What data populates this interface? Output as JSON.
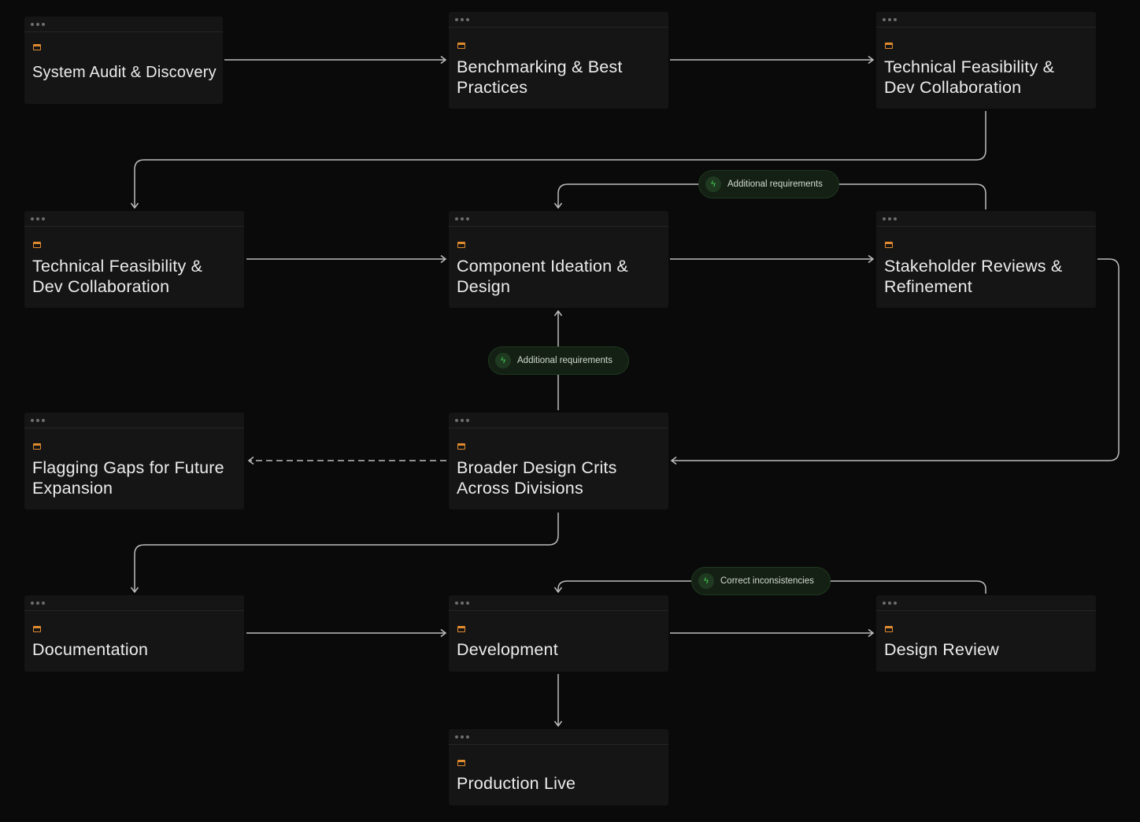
{
  "nodes": [
    {
      "id": "n1",
      "title": "System Audit & Discovery"
    },
    {
      "id": "n2",
      "title": "Benchmarking & Best Practices"
    },
    {
      "id": "n3",
      "title": "Technical Feasibility & Dev Collaboration"
    },
    {
      "id": "n4",
      "title": "Technical Feasibility & Dev Collaboration"
    },
    {
      "id": "n5",
      "title": "Component Ideation & Design"
    },
    {
      "id": "n6",
      "title": "Stakeholder Reviews & Refinement"
    },
    {
      "id": "n7",
      "title": "Flagging Gaps for Future Expansion"
    },
    {
      "id": "n8",
      "title": "Broader Design Crits Across Divisions"
    },
    {
      "id": "n9",
      "title": "Documentation"
    },
    {
      "id": "n10",
      "title": "Development"
    },
    {
      "id": "n11",
      "title": "Design Review"
    },
    {
      "id": "n12",
      "title": "Production Live"
    }
  ],
  "edge_labels": {
    "stakeholder_to_ideation": "Additional requirements",
    "crits_to_ideation": "Additional requirements",
    "review_to_development": "Correct inconsistencies"
  },
  "colors": {
    "background": "#0a0a0a",
    "node": "#151515",
    "edge": "#bdbdbd",
    "icon_accent": "#e08a2e",
    "pill_bg": "#132013",
    "pill_icon": "#3fcf55"
  },
  "icons": {
    "node": "browser-window-icon",
    "pill": "lightning-bolt-icon"
  }
}
